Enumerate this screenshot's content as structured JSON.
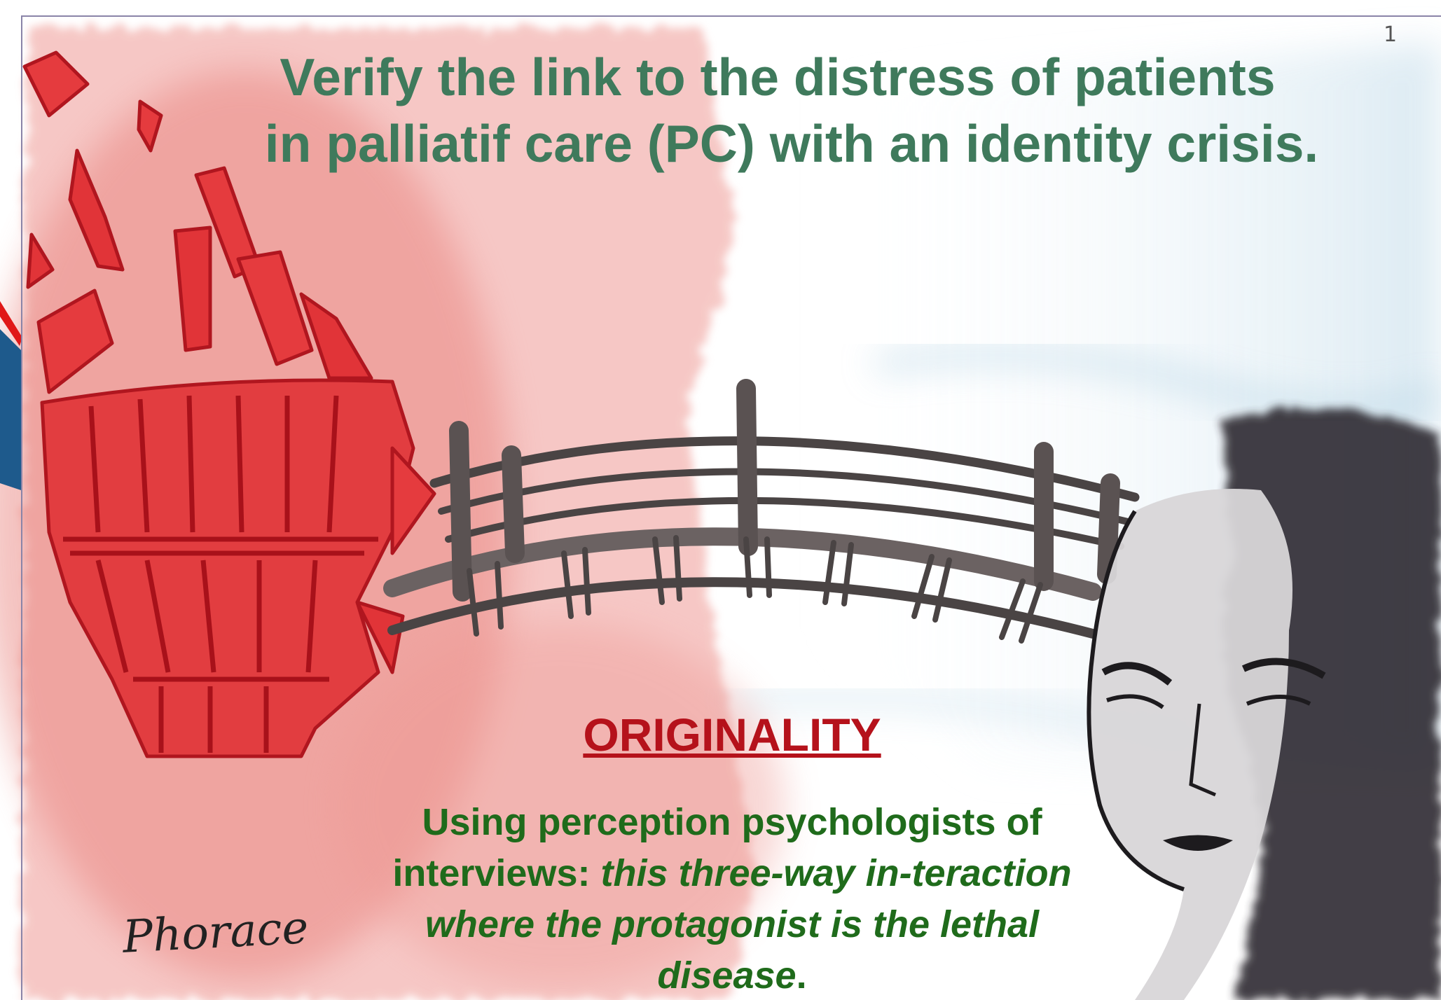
{
  "slide": {
    "page_number": "1",
    "title_line1": "Verify the link to the distress of patients",
    "title_line2": "in palliatif care (PC) with an identity crisis.",
    "originality_heading": "ORIGINALITY",
    "body_normal": "Using perception psychologists of interviews:",
    "body_italic": "this three-way in-teraction where the protagonist is the lethal disease",
    "body_end": ".",
    "signature": "Phorace"
  },
  "colors": {
    "title": "#3f7a5c",
    "heading": "#b5121b",
    "body": "#1f6b1b",
    "sketch_red": "#d9383a",
    "sketch_grey": "#4a4444"
  },
  "illustration": {
    "elements": [
      "shattered-red-head",
      "wooden-bridge",
      "dark-face"
    ]
  }
}
